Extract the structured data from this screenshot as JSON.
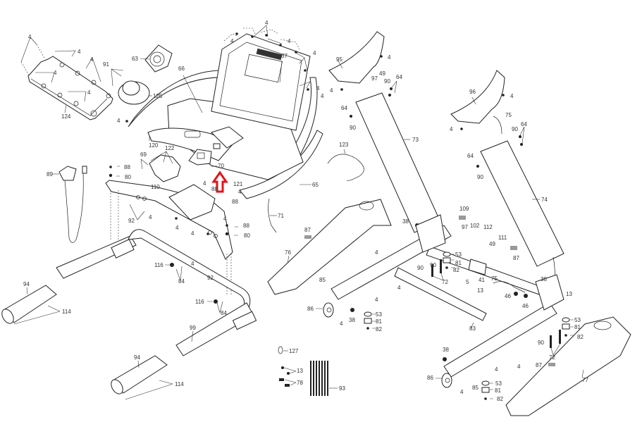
{
  "diagram": {
    "title": "Treadmill exploded parts diagram",
    "highlight": {
      "part": "70",
      "color": "#e3141b",
      "description": "red arrow pointing to part 70"
    },
    "labels": [
      {
        "id": "l-4a",
        "text": "4"
      },
      {
        "id": "l-4b",
        "text": "4"
      },
      {
        "id": "l-4c",
        "text": "4"
      },
      {
        "id": "l-4d",
        "text": "4"
      },
      {
        "id": "l-4e",
        "text": "4"
      },
      {
        "id": "l-124",
        "text": "124"
      },
      {
        "id": "l-91",
        "text": "91"
      },
      {
        "id": "l-63",
        "text": "63"
      },
      {
        "id": "l-125",
        "text": "125"
      },
      {
        "id": "l-66",
        "text": "66"
      },
      {
        "id": "l-4f",
        "text": "4"
      },
      {
        "id": "l-120",
        "text": "120"
      },
      {
        "id": "l-67",
        "text": "67"
      },
      {
        "id": "l-4g",
        "text": "4"
      },
      {
        "id": "l-4h",
        "text": "4"
      },
      {
        "id": "l-4i",
        "text": "4"
      },
      {
        "id": "l-4j",
        "text": "4"
      },
      {
        "id": "l-4k",
        "text": "4"
      },
      {
        "id": "l-4l",
        "text": "4"
      },
      {
        "id": "l-95",
        "text": "95"
      },
      {
        "id": "l-4m",
        "text": "4"
      },
      {
        "id": "l-4n",
        "text": "4"
      },
      {
        "id": "l-97a",
        "text": "97"
      },
      {
        "id": "l-49a",
        "text": "49"
      },
      {
        "id": "l-90a",
        "text": "90"
      },
      {
        "id": "l-64a",
        "text": "64"
      },
      {
        "id": "l-64b",
        "text": "64"
      },
      {
        "id": "l-90b",
        "text": "90"
      },
      {
        "id": "l-73",
        "text": "73"
      },
      {
        "id": "l-96",
        "text": "96"
      },
      {
        "id": "l-4o",
        "text": "4"
      },
      {
        "id": "l-75a",
        "text": "75"
      },
      {
        "id": "l-4p",
        "text": "4"
      },
      {
        "id": "l-90c",
        "text": "90"
      },
      {
        "id": "l-64c",
        "text": "64"
      },
      {
        "id": "l-64d",
        "text": "64"
      },
      {
        "id": "l-90d",
        "text": "90"
      },
      {
        "id": "l-74",
        "text": "74"
      },
      {
        "id": "l-89",
        "text": "89"
      },
      {
        "id": "l-88a",
        "text": "88"
      },
      {
        "id": "l-80a",
        "text": "80"
      },
      {
        "id": "l-69",
        "text": "69"
      },
      {
        "id": "l-122",
        "text": "122"
      },
      {
        "id": "l-110",
        "text": "110"
      },
      {
        "id": "l-70",
        "text": "70"
      },
      {
        "id": "l-4q",
        "text": "4"
      },
      {
        "id": "l-88b",
        "text": "88"
      },
      {
        "id": "l-88c",
        "text": "88"
      },
      {
        "id": "l-121",
        "text": "121"
      },
      {
        "id": "l-4r",
        "text": "4"
      },
      {
        "id": "l-123",
        "text": "123"
      },
      {
        "id": "l-65",
        "text": "65"
      },
      {
        "id": "l-71",
        "text": "71"
      },
      {
        "id": "l-92a",
        "text": "92"
      },
      {
        "id": "l-4s",
        "text": "4"
      },
      {
        "id": "l-4t",
        "text": "4"
      },
      {
        "id": "l-4u",
        "text": "4"
      },
      {
        "id": "l-4v",
        "text": "4"
      },
      {
        "id": "l-88d",
        "text": "88"
      },
      {
        "id": "l-80b",
        "text": "80"
      },
      {
        "id": "l-87a",
        "text": "87"
      },
      {
        "id": "l-76",
        "text": "76"
      },
      {
        "id": "l-116a",
        "text": "116"
      },
      {
        "id": "l-84a",
        "text": "84"
      },
      {
        "id": "l-4w",
        "text": "4"
      },
      {
        "id": "l-92b",
        "text": "92"
      },
      {
        "id": "l-116b",
        "text": "116"
      },
      {
        "id": "l-84b",
        "text": "84"
      },
      {
        "id": "l-94a",
        "text": "94"
      },
      {
        "id": "l-114a",
        "text": "114"
      },
      {
        "id": "l-99",
        "text": "99"
      },
      {
        "id": "l-94b",
        "text": "94"
      },
      {
        "id": "l-114b",
        "text": "114"
      },
      {
        "id": "l-38a",
        "text": "38"
      },
      {
        "id": "l-109",
        "text": "109"
      },
      {
        "id": "l-97b",
        "text": "97"
      },
      {
        "id": "l-102",
        "text": "102"
      },
      {
        "id": "l-112",
        "text": "112"
      },
      {
        "id": "l-111",
        "text": "111"
      },
      {
        "id": "l-49b",
        "text": "49"
      },
      {
        "id": "l-4x",
        "text": "4"
      },
      {
        "id": "l-53a",
        "text": "53"
      },
      {
        "id": "l-87b",
        "text": "87"
      },
      {
        "id": "l-90e",
        "text": "90"
      },
      {
        "id": "l-90f",
        "text": "90"
      },
      {
        "id": "l-81a",
        "text": "81"
      },
      {
        "id": "l-82a",
        "text": "82"
      },
      {
        "id": "l-72a",
        "text": "72"
      },
      {
        "id": "l-5",
        "text": "5"
      },
      {
        "id": "l-41",
        "text": "41"
      },
      {
        "id": "l-75b",
        "text": "75"
      },
      {
        "id": "l-13a",
        "text": "13"
      },
      {
        "id": "l-46a",
        "text": "46"
      },
      {
        "id": "l-46b",
        "text": "46"
      },
      {
        "id": "l-38b",
        "text": "38"
      },
      {
        "id": "l-13b",
        "text": "13"
      },
      {
        "id": "l-85a",
        "text": "85"
      },
      {
        "id": "l-4y",
        "text": "4"
      },
      {
        "id": "l-4z",
        "text": "4"
      },
      {
        "id": "l-86a",
        "text": "86"
      },
      {
        "id": "l-4aa",
        "text": "4"
      },
      {
        "id": "l-38c",
        "text": "38"
      },
      {
        "id": "l-53b",
        "text": "53"
      },
      {
        "id": "l-81b",
        "text": "81"
      },
      {
        "id": "l-82b",
        "text": "82"
      },
      {
        "id": "l-83",
        "text": "83"
      },
      {
        "id": "l-53c",
        "text": "53"
      },
      {
        "id": "l-81c",
        "text": "81"
      },
      {
        "id": "l-82c",
        "text": "82"
      },
      {
        "id": "l-90g",
        "text": "90"
      },
      {
        "id": "l-72b",
        "text": "72"
      },
      {
        "id": "l-4ab",
        "text": "4"
      },
      {
        "id": "l-87c",
        "text": "87"
      },
      {
        "id": "l-77",
        "text": "77"
      },
      {
        "id": "l-38d",
        "text": "38"
      },
      {
        "id": "l-4ac",
        "text": "4"
      },
      {
        "id": "l-86b",
        "text": "86"
      },
      {
        "id": "l-4ad",
        "text": "4"
      },
      {
        "id": "l-85b",
        "text": "85"
      },
      {
        "id": "l-53d",
        "text": "53"
      },
      {
        "id": "l-81d",
        "text": "81"
      },
      {
        "id": "l-82d",
        "text": "82"
      },
      {
        "id": "l-127",
        "text": "127"
      },
      {
        "id": "l-13c",
        "text": "13"
      },
      {
        "id": "l-78",
        "text": "78"
      },
      {
        "id": "l-93",
        "text": "93"
      }
    ]
  }
}
